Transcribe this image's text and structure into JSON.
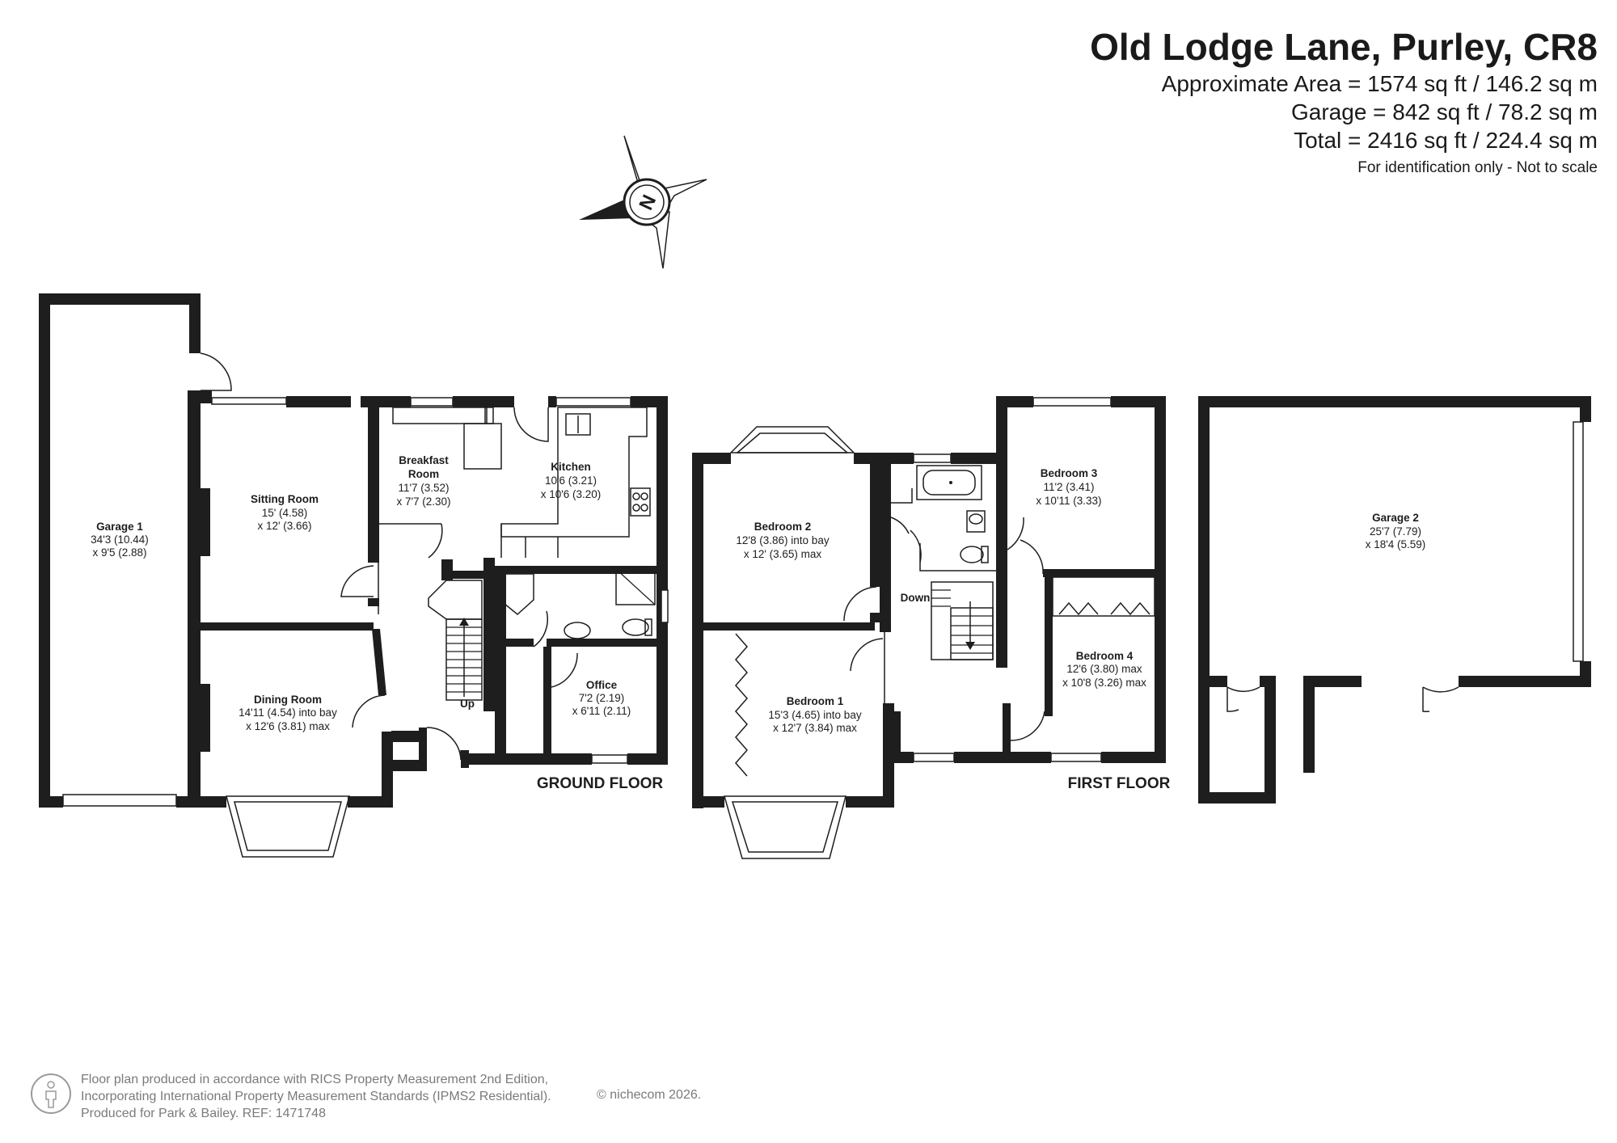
{
  "header": {
    "title": "Old Lodge Lane, Purley, CR8",
    "approx_area": "Approximate Area = 1574 sq ft / 146.2 sq m",
    "garage_area": "Garage = 842 sq ft / 78.2 sq m",
    "total_area": "Total = 2416 sq ft / 224.4 sq m",
    "disclaimer": "For identification only - Not to scale"
  },
  "compass": {
    "letter": "N",
    "icon": "compass-rose-icon"
  },
  "floors": {
    "ground": "GROUND FLOOR",
    "first": "FIRST FLOOR"
  },
  "rooms": {
    "garage1": {
      "name": "Garage 1",
      "dim1": "34'3 (10.44)",
      "dim2": "x 9'5 (2.88)"
    },
    "sitting": {
      "name": "Sitting Room",
      "dim1": "15' (4.58)",
      "dim2": "x 12' (3.66)"
    },
    "breakfast": {
      "name1": "Breakfast",
      "name2": "Room",
      "dim1": "11'7 (3.52)",
      "dim2": "x 7'7 (2.30)"
    },
    "kitchen": {
      "name": "Kitchen",
      "dim1": "10'6 (3.21)",
      "dim2": "x 10'6 (3.20)"
    },
    "dining": {
      "name": "Dining Room",
      "dim1": "14'11 (4.54) into bay",
      "dim2": "x 12'6 (3.81) max"
    },
    "office": {
      "name": "Office",
      "dim1": "7'2 (2.19)",
      "dim2": "x 6'11 (2.11)"
    },
    "bedroom2": {
      "name": "Bedroom 2",
      "dim1": "12'8 (3.86) into bay",
      "dim2": "x 12' (3.65) max"
    },
    "bedroom1": {
      "name": "Bedroom 1",
      "dim1": "15'3 (4.65) into bay",
      "dim2": "x 12'7 (3.84) max"
    },
    "bedroom3": {
      "name": "Bedroom 3",
      "dim1": "11'2 (3.41)",
      "dim2": "x 10'11 (3.33)"
    },
    "bedroom4": {
      "name": "Bedroom 4",
      "dim1": "12'6 (3.80) max",
      "dim2": "x 10'8 (3.26) max"
    },
    "garage2": {
      "name": "Garage 2",
      "dim1": "25'7 (7.79)",
      "dim2": "x 18'4 (5.59)"
    }
  },
  "stairs": {
    "up": "Up",
    "down": "Down"
  },
  "footer": {
    "line1": "Floor plan produced in accordance with RICS Property Measurement 2nd Edition,",
    "line2": "Incorporating International Property Measurement Standards (IPMS2 Residential).",
    "copyright": "© nichecom 2026.",
    "line3": "Produced for Park & Bailey.   REF:  1471748",
    "icon": "person-icon"
  }
}
